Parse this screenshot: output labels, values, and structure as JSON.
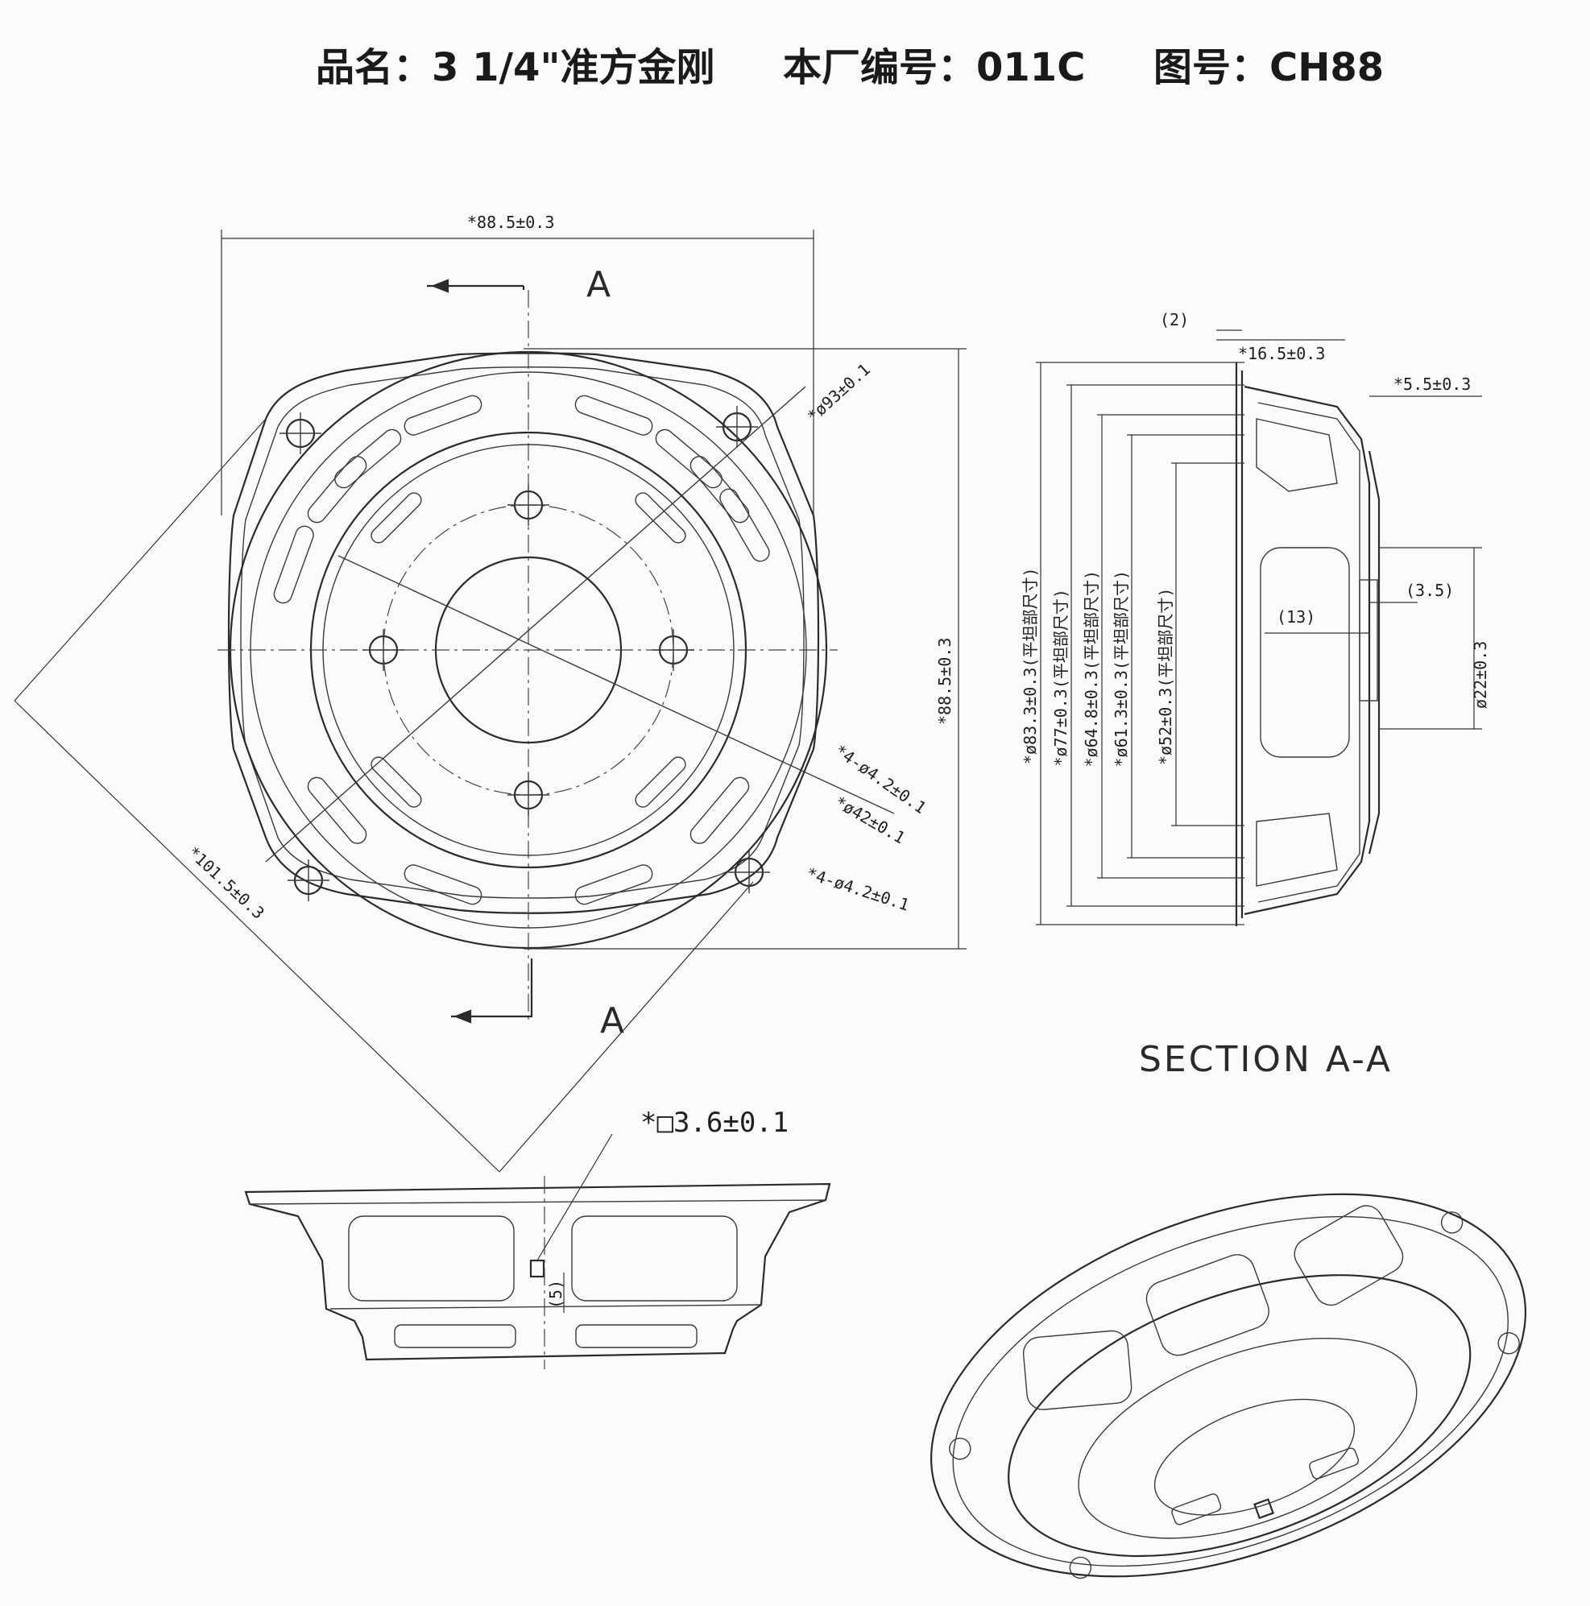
{
  "header": {
    "product_name": "品名：3 1/4\"准方金刚",
    "factory_number": "本厂编号：011C",
    "drawing_number": "图号：CH88"
  },
  "front_view": {
    "section_marks": [
      "A",
      "A"
    ],
    "width_dim": "*88.5±0.3",
    "height_dim": "*88.5±0.3",
    "diagonal_dim": "*101.5±0.3",
    "bolt_circle_dim": "*ø93±0.1",
    "hole_dim_upper": "*4-ø4.2±0.1",
    "center_circle_dim": "*ø42±0.1",
    "hole_dim_lower": "*4-ø4.2±0.1"
  },
  "section_view": {
    "title": "SECTION A-A",
    "flange_dim": "(2)",
    "depth_dim": "*16.5±0.3",
    "step_dim": "*5.5±0.3",
    "inner_depth_dim": "(13)",
    "small_step_dim": "(3.5)",
    "bottom_dia_dim": "ø22±0.3",
    "diameters": [
      "*ø83.3±0.3(平坦部尺寸)",
      "*ø77±0.3(平坦部尺寸)",
      "*ø64.8±0.3(平坦部尺寸)",
      "*ø61.3±0.3(平坦部尺寸)",
      "*ø52±0.3(平坦部尺寸)"
    ]
  },
  "side_view": {
    "square_hole_dim": "*□3.6±0.1",
    "height_dim": "(5)"
  }
}
